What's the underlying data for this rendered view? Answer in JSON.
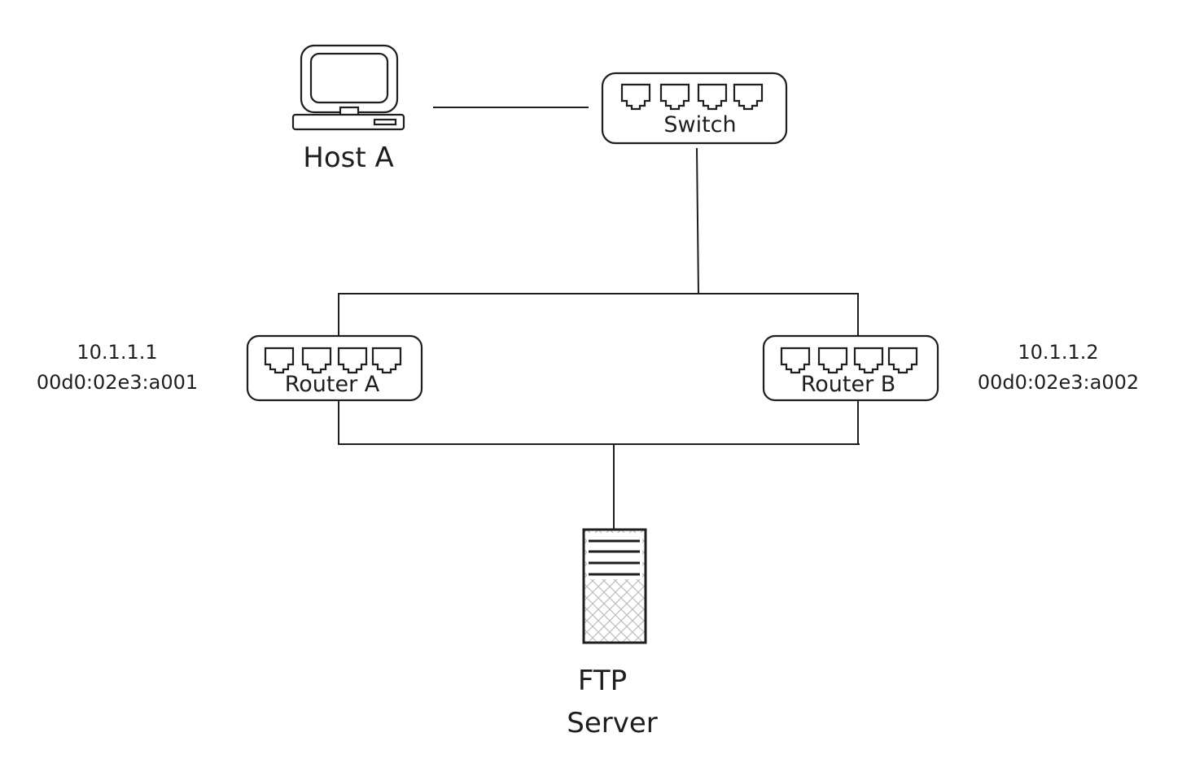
{
  "nodes": {
    "host_a": {
      "label": "Host A"
    },
    "switch": {
      "label": "Switch"
    },
    "router_a": {
      "label": "Router A",
      "ip": "10.1.1.1",
      "mac": "00d0:02e3:a001"
    },
    "router_b": {
      "label": "Router B",
      "ip": "10.1.1.2",
      "mac": "00d0:02e3:a002"
    },
    "ftp_server": {
      "label_line1": "FTP",
      "label_line2": "Server"
    }
  },
  "icons": {
    "host": "desktop-computer-icon",
    "switch": "network-switch-icon",
    "router": "router-icon",
    "server": "server-tower-icon"
  }
}
